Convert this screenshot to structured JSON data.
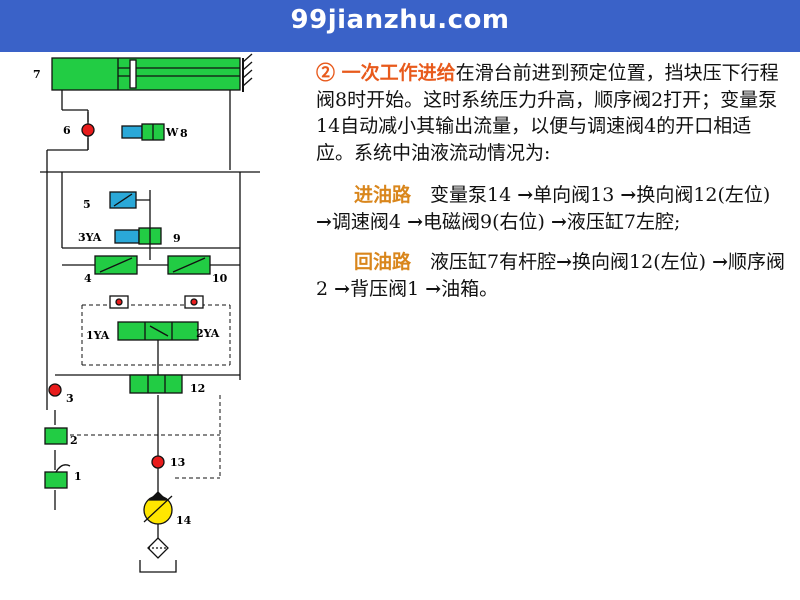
{
  "header": {
    "brand": "99jianzhu.com"
  },
  "diagram": {
    "labels": {
      "l7": "7",
      "l6": "6",
      "l8": "8",
      "l5": "5",
      "l3ya": "3YA",
      "l9": "9",
      "l4": "4",
      "l10": "10",
      "l1ya": "1YA",
      "l2ya": "2YA",
      "l12": "12",
      "l3": "3",
      "l2": "2",
      "l13": "13",
      "l1": "1",
      "l14": "14",
      "w": "W"
    },
    "colors": {
      "valve": "#22cc44",
      "pump": "#ffe600",
      "sequence": "#e81c1c",
      "solenoid": "#2aa8d8"
    }
  },
  "text": {
    "section_title": "② 一次工作进给",
    "section_body": "在滑台前进到预定位置，挡块压下行程阀8时开始。这时系统压力升高，顺序阀2打开；变量泵14自动减小其输出流量，以便与调速阀4的开口相适应。系统中油液流动情况为:",
    "in_label": "进油路",
    "in_steps": [
      "变量泵14",
      "单向阀13",
      "换向阀12(左位)",
      "调速阀4",
      "电磁阀9(右位)",
      "液压缸7左腔;"
    ],
    "return_label": "回油路",
    "return_steps": [
      "液压缸7有杆腔",
      "换向阀12(左位)",
      "顺序阀2",
      "背压阀1",
      "油箱。"
    ],
    "arrow": "→"
  }
}
